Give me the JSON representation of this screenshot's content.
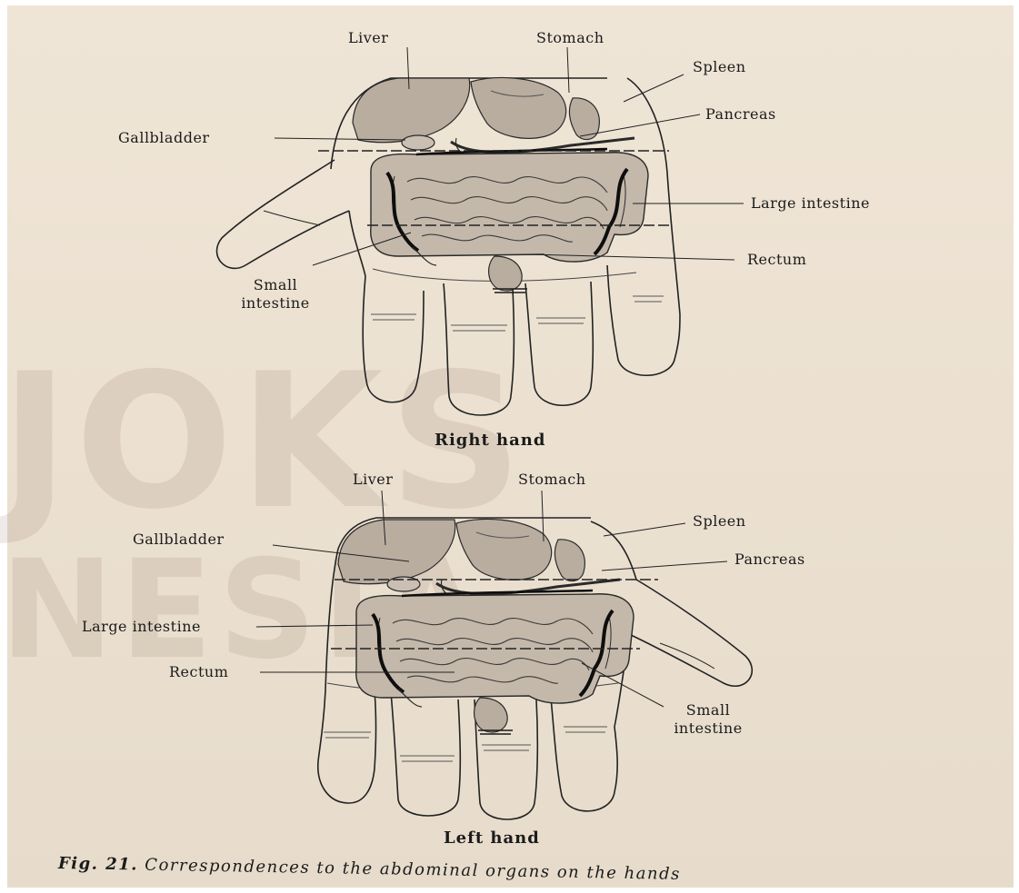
{
  "watermark": {
    "line1": "JOKS",
    "line2": "NESIA"
  },
  "right_hand": {
    "title": "Right hand",
    "labels": {
      "liver": "Liver",
      "stomach": "Stomach",
      "spleen": "Spleen",
      "pancreas": "Pancreas",
      "gallbladder": "Gallbladder",
      "large_intestine": "Large intestine",
      "rectum": "Rectum",
      "small_intestine": "Small intestine"
    }
  },
  "left_hand": {
    "title": "Left hand",
    "labels": {
      "liver": "Liver",
      "stomach": "Stomach",
      "spleen": "Spleen",
      "pancreas": "Pancreas",
      "gallbladder": "Gallbladder",
      "large_intestine": "Large intestine",
      "rectum": "Rectum",
      "small_intestine": "Small intestine"
    }
  },
  "caption": {
    "fig_number": "Fig. 21.",
    "text": "Correspondences to the abdominal organs on the hands"
  },
  "colors": {
    "paper": "#ece1d1",
    "ink": "#1b1b1b",
    "organ_fill": "#b9ada0"
  }
}
